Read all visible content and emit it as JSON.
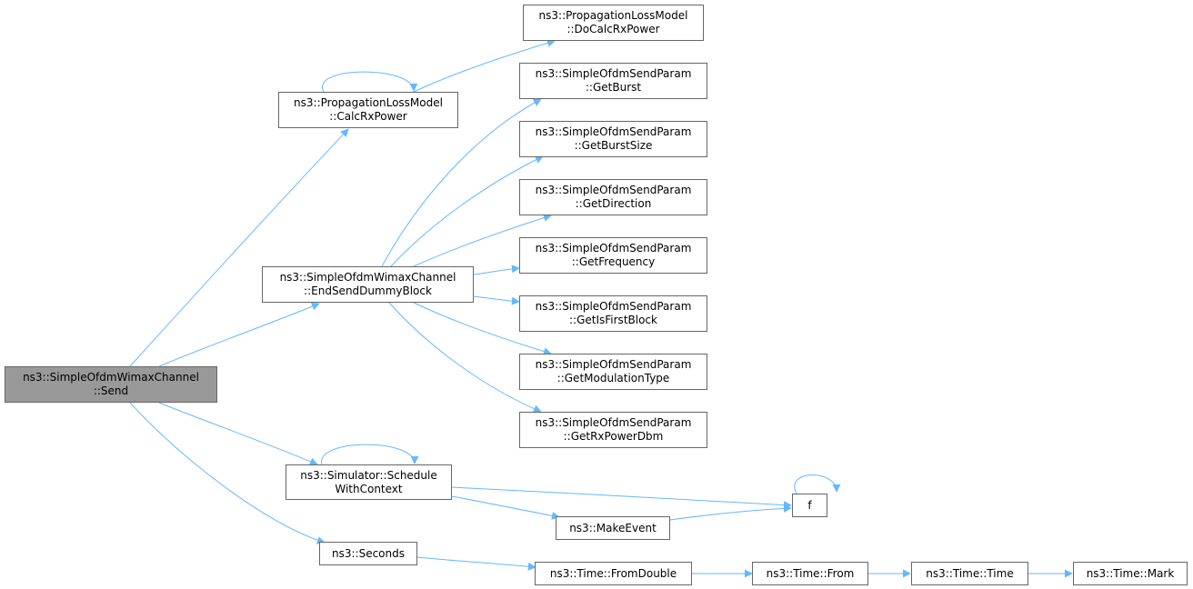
{
  "colors": {
    "edge": "#63b8ff",
    "border": "#666666",
    "root_fill": "#999999",
    "node_fill": "#ffffff"
  },
  "nodes": {
    "send": {
      "line1": "ns3::SimpleOfdmWimaxChannel",
      "line2": "::Send"
    },
    "calc_rx_power": {
      "line1": "ns3::PropagationLossModel",
      "line2": "::CalcRxPower"
    },
    "do_calc_rx_power": {
      "line1": "ns3::PropagationLossModel",
      "line2": "::DoCalcRxPower"
    },
    "end_send_dummy_block": {
      "line1": "ns3::SimpleOfdmWimaxChannel",
      "line2": "::EndSendDummyBlock"
    },
    "get_burst": {
      "line1": "ns3::SimpleOfdmSendParam",
      "line2": "::GetBurst"
    },
    "get_burst_size": {
      "line1": "ns3::SimpleOfdmSendParam",
      "line2": "::GetBurstSize"
    },
    "get_direction": {
      "line1": "ns3::SimpleOfdmSendParam",
      "line2": "::GetDirection"
    },
    "get_frequency": {
      "line1": "ns3::SimpleOfdmSendParam",
      "line2": "::GetFrequency"
    },
    "get_is_first_block": {
      "line1": "ns3::SimpleOfdmSendParam",
      "line2": "::GetIsFirstBlock"
    },
    "get_modulation_type": {
      "line1": "ns3::SimpleOfdmSendParam",
      "line2": "::GetModulationType"
    },
    "get_rx_power_dbm": {
      "line1": "ns3::SimpleOfdmSendParam",
      "line2": "::GetRxPowerDbm"
    },
    "schedule_with_context": {
      "line1": "ns3::Simulator::Schedule",
      "line2": "WithContext"
    },
    "f": {
      "line1": "f"
    },
    "make_event": {
      "line1": "ns3::MakeEvent"
    },
    "seconds": {
      "line1": "ns3::Seconds"
    },
    "from_double": {
      "line1": "ns3::Time::FromDouble"
    },
    "from": {
      "line1": "ns3::Time::From"
    },
    "time": {
      "line1": "ns3::Time::Time"
    },
    "mark": {
      "line1": "ns3::Time::Mark"
    }
  },
  "edges": [
    [
      "send",
      "calc_rx_power"
    ],
    [
      "send",
      "end_send_dummy_block"
    ],
    [
      "send",
      "schedule_with_context"
    ],
    [
      "send",
      "seconds"
    ],
    [
      "calc_rx_power",
      "calc_rx_power"
    ],
    [
      "calc_rx_power",
      "do_calc_rx_power"
    ],
    [
      "end_send_dummy_block",
      "get_burst"
    ],
    [
      "end_send_dummy_block",
      "get_burst_size"
    ],
    [
      "end_send_dummy_block",
      "get_direction"
    ],
    [
      "end_send_dummy_block",
      "get_frequency"
    ],
    [
      "end_send_dummy_block",
      "get_is_first_block"
    ],
    [
      "end_send_dummy_block",
      "get_modulation_type"
    ],
    [
      "end_send_dummy_block",
      "get_rx_power_dbm"
    ],
    [
      "schedule_with_context",
      "schedule_with_context"
    ],
    [
      "schedule_with_context",
      "f"
    ],
    [
      "schedule_with_context",
      "make_event"
    ],
    [
      "make_event",
      "f"
    ],
    [
      "f",
      "f"
    ],
    [
      "seconds",
      "from_double"
    ],
    [
      "from_double",
      "from"
    ],
    [
      "from",
      "time"
    ],
    [
      "time",
      "mark"
    ]
  ]
}
